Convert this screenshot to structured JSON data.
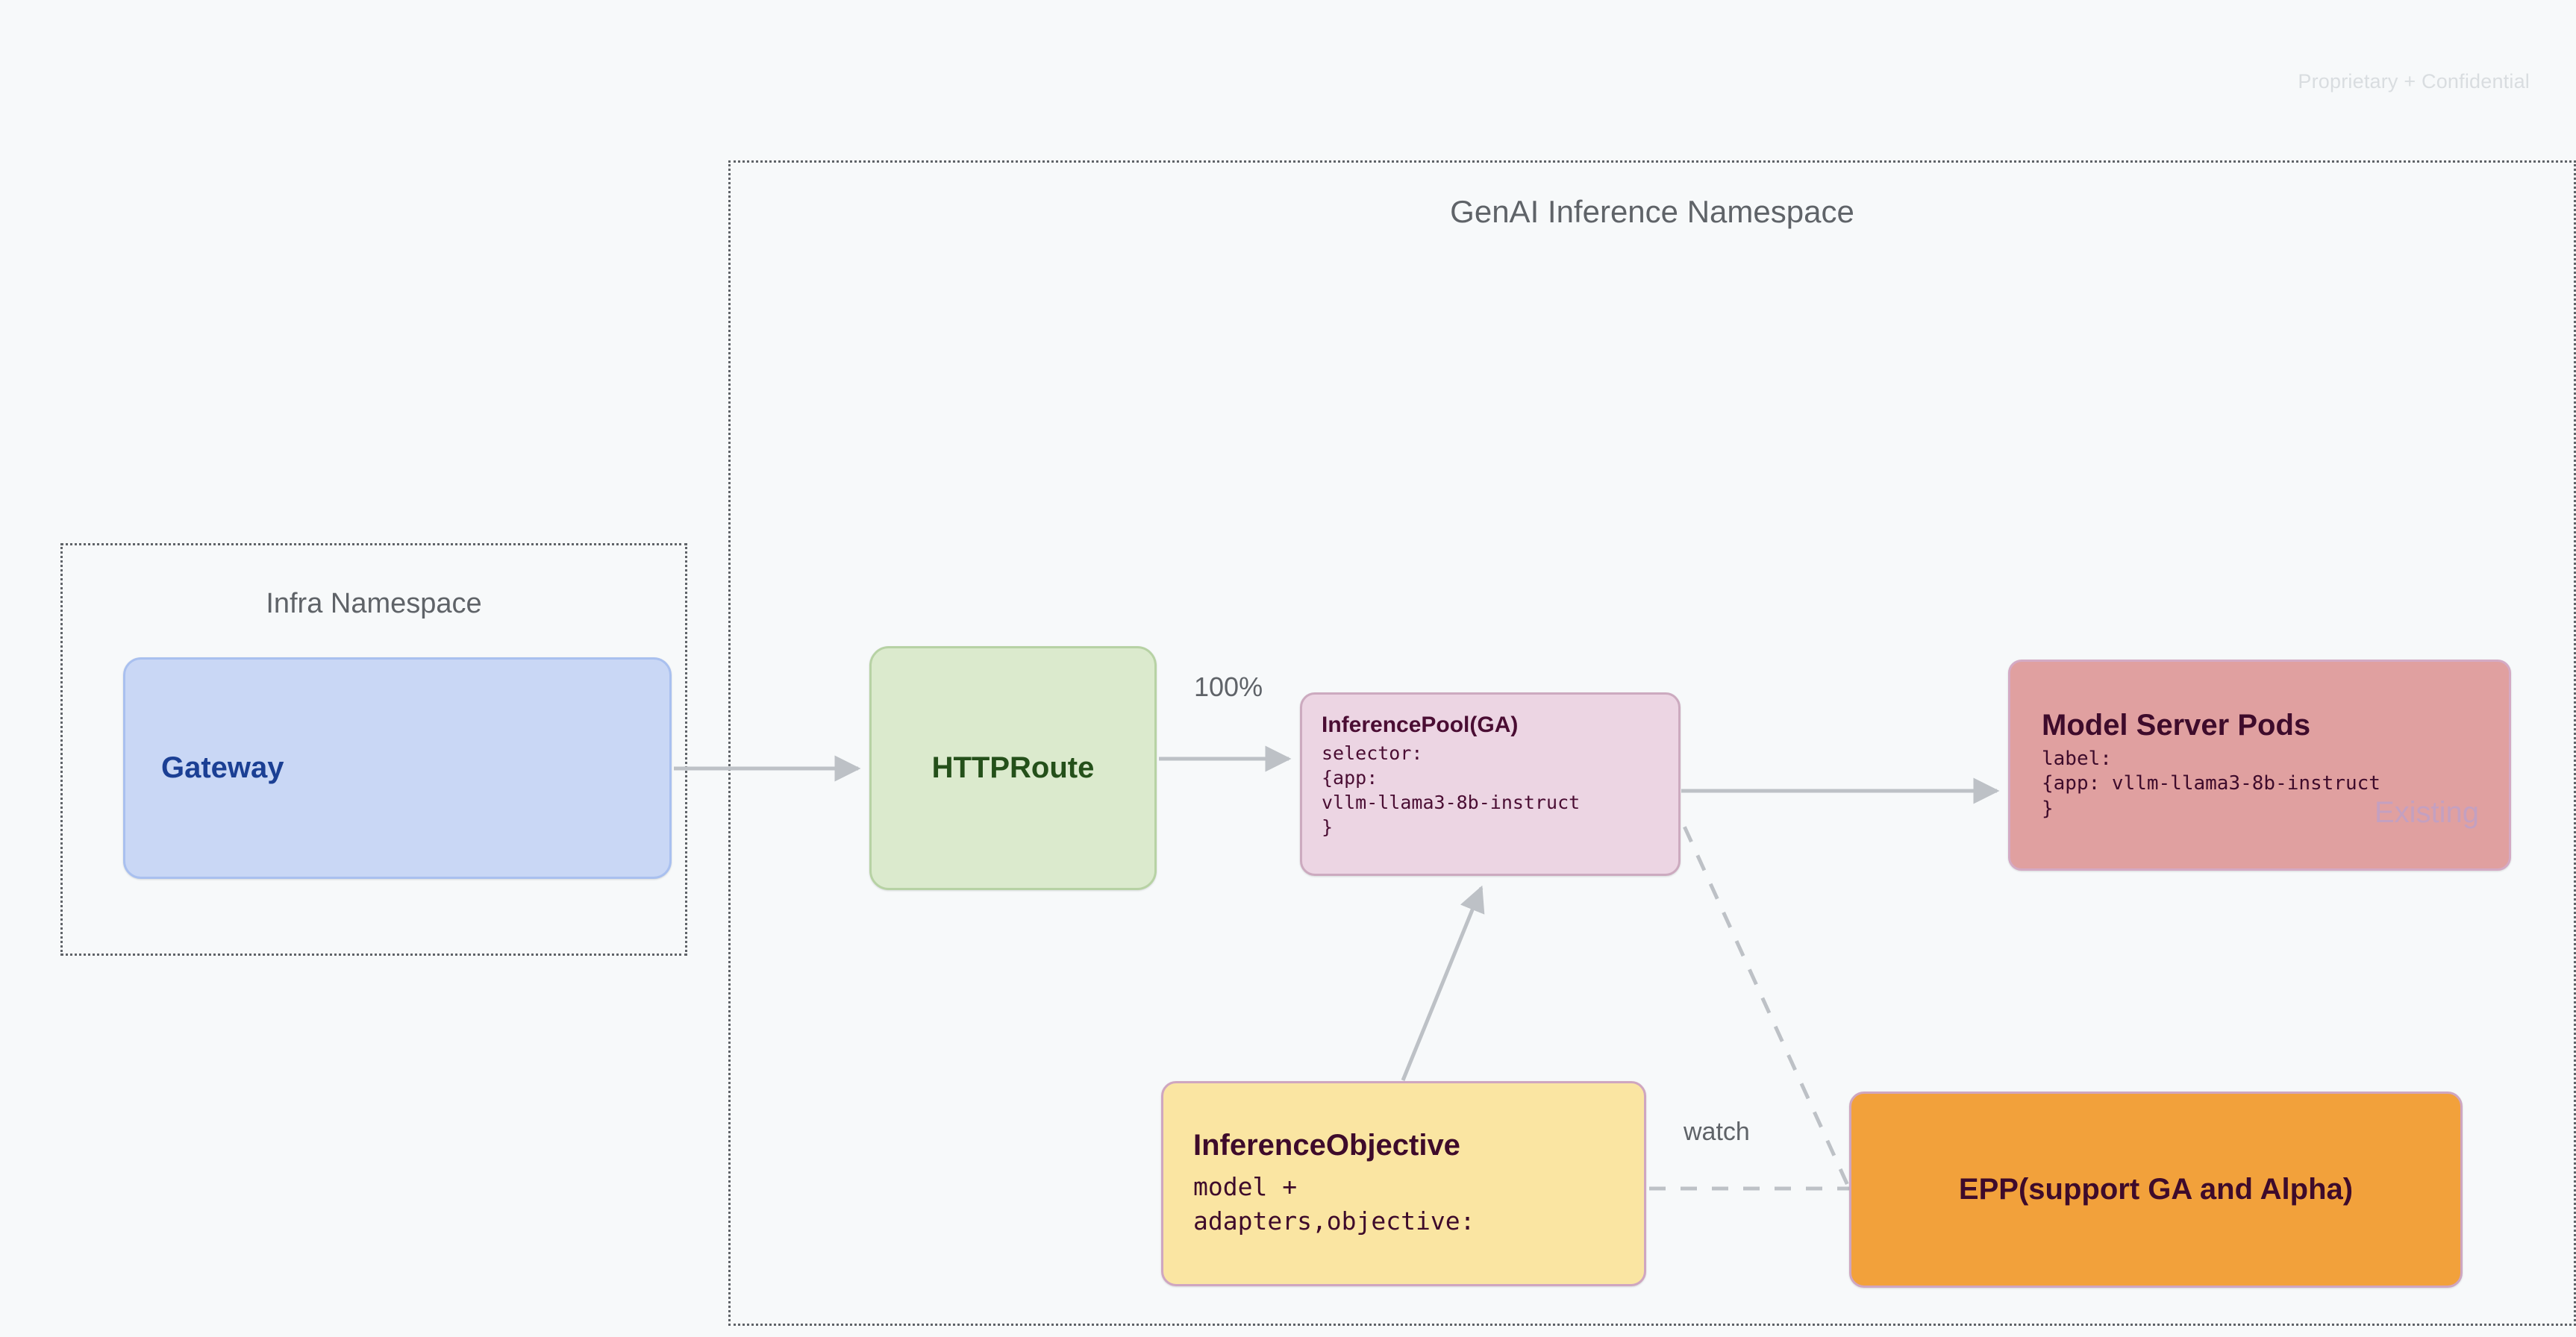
{
  "page": {
    "confidential_note": "Proprietary + Confidential",
    "background_color": "#f7f9fa"
  },
  "namespaces": [
    {
      "id": "infra",
      "title": "Infra Namespace",
      "border_color": "#5f6368",
      "border_style": "dotted"
    },
    {
      "id": "genai",
      "title": "GenAI Inference Namespace",
      "border_color": "#5f6368",
      "border_style": "dotted"
    }
  ],
  "nodes": {
    "gateway": {
      "title": "Gateway",
      "fill": "#c9d7f5",
      "stroke": "#a9c0ef",
      "text_color": "#1b3f94"
    },
    "httproute": {
      "title": "HTTPRoute",
      "fill": "#dbeacd",
      "stroke": "#b7d2a4",
      "text_color": "#24501a"
    },
    "inferencepool": {
      "title": "InferencePool(GA)",
      "subtitle": "selector:\n{app:\nvllm-llama3-8b-instruct\n}",
      "fill": "#ecd5e3",
      "stroke": "#ccaabf",
      "text_color": "#4a0d33"
    },
    "modelserver": {
      "title": "Model Server Pods",
      "subtitle": "label:\n{app: vllm-llama3-8b-instruct\n}",
      "badge": "Existing",
      "fill": "#e0a0a0",
      "stroke": "#d4aac4",
      "text_color": "#3e0b2b",
      "badge_color": "#c4a0c0"
    },
    "inferenceobjective": {
      "title": "InferenceObjective",
      "subtitle": "model +\nadapters,objective:",
      "fill": "#fae5a2",
      "stroke": "#cfa6c0",
      "text_color": "#3e0b2b"
    },
    "epp": {
      "title": "EPP(support GA and Alpha)",
      "fill": "#f2a13b",
      "stroke": "#cfa6c0",
      "text_color": "#3e0b2b"
    }
  },
  "edges": {
    "gateway_to_httproute": {
      "label": "",
      "style": "solid"
    },
    "httproute_to_inferencepool": {
      "label": "100%",
      "style": "solid"
    },
    "inferencepool_to_modelserver": {
      "label": "",
      "style": "solid"
    },
    "inferenceobjective_to_inferencepool": {
      "label": "",
      "style": "solid"
    },
    "epp_to_inferencepool": {
      "label": "watch",
      "style": "dashed"
    }
  },
  "colors": {
    "edge": "#bdc1c6",
    "text_muted": "#5f6368",
    "watermark": "#d9dde0"
  }
}
